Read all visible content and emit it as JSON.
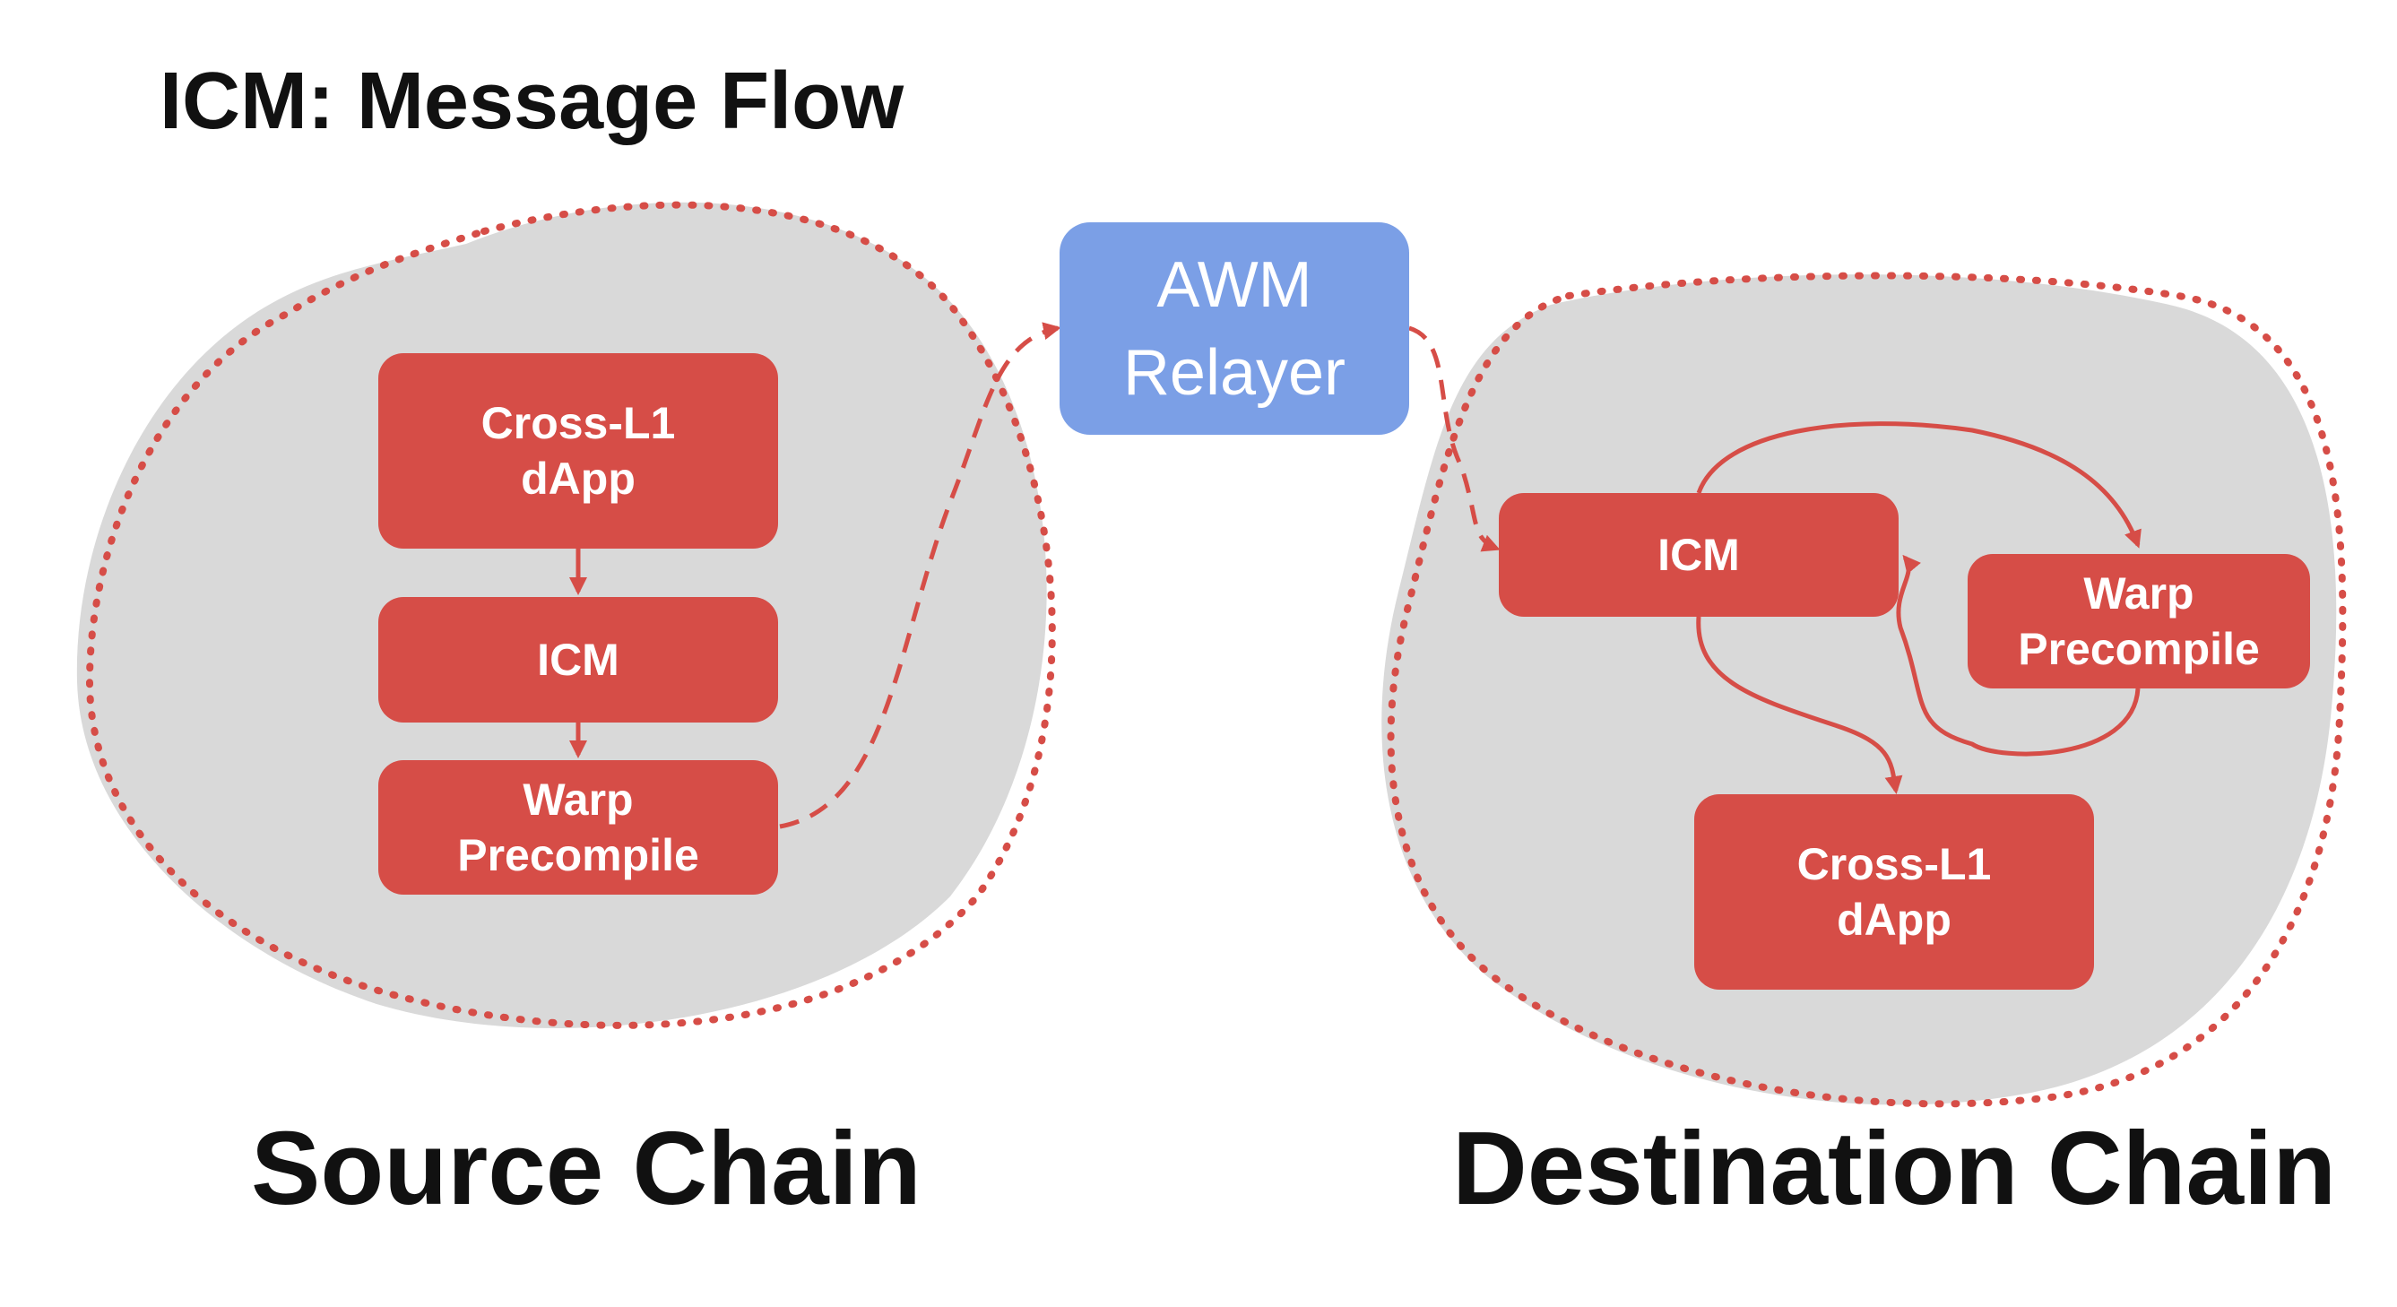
{
  "title": "ICM: Message Flow",
  "relayer": {
    "line1": "AWM",
    "line2": "Relayer"
  },
  "source_chain": {
    "label": "Source Chain",
    "nodes": {
      "dapp": {
        "line1": "Cross-L1",
        "line2": "dApp"
      },
      "icm": {
        "line1": "ICM"
      },
      "warp": {
        "line1": "Warp",
        "line2": "Precompile"
      }
    }
  },
  "destination_chain": {
    "label": "Destination Chain",
    "nodes": {
      "icm": {
        "line1": "ICM"
      },
      "warp": {
        "line1": "Warp",
        "line2": "Precompile"
      },
      "dapp": {
        "line1": "Cross-L1",
        "line2": "dApp"
      }
    }
  },
  "colors": {
    "node": "#d64d47",
    "relayer": "#7b9fe6",
    "blob": "#d9d9d9",
    "border": "#d64d47",
    "text": "#111111"
  }
}
